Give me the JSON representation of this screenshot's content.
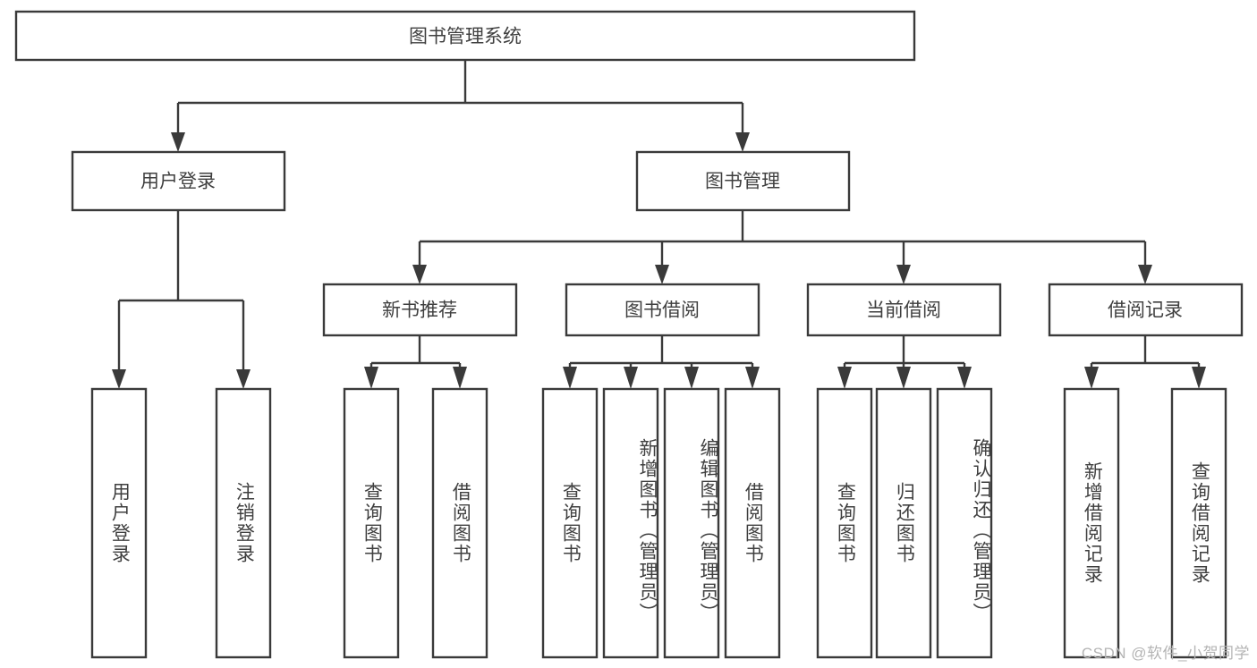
{
  "diagram": {
    "type": "hierarchy-tree",
    "title": "图书管理系统",
    "watermark": "CSDN @软件_小贺同学",
    "colors": {
      "background": "#ffffff",
      "box_stroke": "#3a3a3a",
      "box_fill": "#ffffff",
      "text": "#3f3f3f",
      "watermark": "#b4b4b4"
    },
    "levels": {
      "root": {
        "label": "图书管理系统"
      },
      "level2": [
        {
          "label": "用户登录"
        },
        {
          "label": "图书管理"
        }
      ],
      "level3": [
        {
          "label": "新书推荐"
        },
        {
          "label": "图书借阅"
        },
        {
          "label": "当前借阅"
        },
        {
          "label": "借阅记录"
        }
      ]
    },
    "leaves": {
      "user_login": [
        {
          "label": "用户登录"
        },
        {
          "label": "注销登录"
        }
      ],
      "new_book_recommend": [
        {
          "label": "查询图书"
        },
        {
          "label": "借阅图书"
        }
      ],
      "book_borrow": [
        {
          "label": "查询图书"
        },
        {
          "label": "新增图书（管理员）"
        },
        {
          "label": "编辑图书（管理员）"
        },
        {
          "label": "借阅图书"
        }
      ],
      "current_borrow": [
        {
          "label": "查询图书"
        },
        {
          "label": "归还图书"
        },
        {
          "label": "确认归还（管理员）"
        }
      ],
      "borrow_record": [
        {
          "label": "新增借阅记录"
        },
        {
          "label": "查询借阅记录"
        }
      ]
    }
  }
}
